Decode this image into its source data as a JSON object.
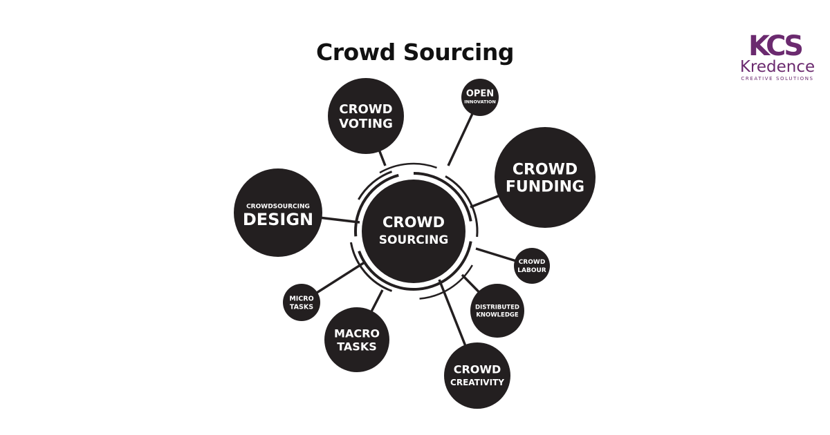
{
  "title": "Crowd Sourcing",
  "logo": {
    "mark": "KCS",
    "name": "Kredence",
    "tagline": "CREATIVE SOLUTIONS",
    "color": "#6b2a6f"
  },
  "diagram": {
    "colors": {
      "node": "#231f20",
      "text": "#ffffff",
      "line": "#231f20"
    },
    "center": {
      "lines": [
        "CROWD",
        "SOURCING"
      ]
    },
    "nodes": [
      {
        "id": "crowd-voting",
        "lines": [
          "CROWD",
          "VOTING"
        ]
      },
      {
        "id": "open-innovation",
        "lines": [
          "OPEN",
          "INNOVATION"
        ]
      },
      {
        "id": "crowd-funding",
        "lines": [
          "CROWD",
          "FUNDING"
        ]
      },
      {
        "id": "crowdsourcing-design",
        "lines": [
          "CROWDSOURCING",
          "DESIGN"
        ]
      },
      {
        "id": "crowd-labour",
        "lines": [
          "CROWD",
          "LABOUR"
        ]
      },
      {
        "id": "distributed-knowledge",
        "lines": [
          "DISTRIBUTED",
          "KNOWLEDGE"
        ]
      },
      {
        "id": "micro-tasks",
        "lines": [
          "MICRO",
          "TASKS"
        ]
      },
      {
        "id": "macro-tasks",
        "lines": [
          "MACRO",
          "TASKS"
        ]
      },
      {
        "id": "crowd-creativity",
        "lines": [
          "CROWD",
          "CREATIVITY"
        ]
      }
    ]
  }
}
